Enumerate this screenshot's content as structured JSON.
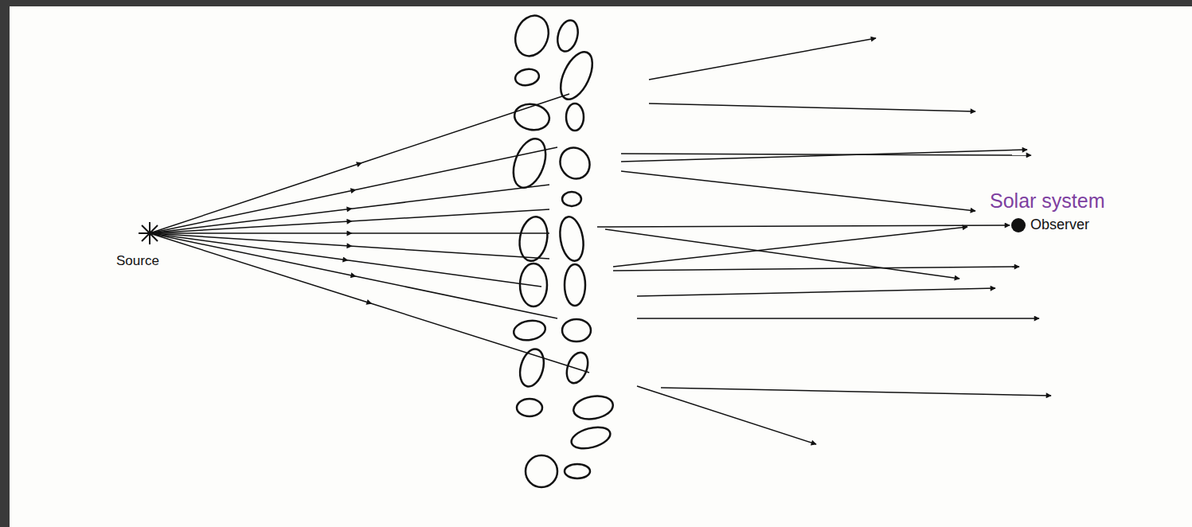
{
  "diagram": {
    "labels": [
      "Solar system",
      "Source",
      "Observer"
    ]
  }
}
